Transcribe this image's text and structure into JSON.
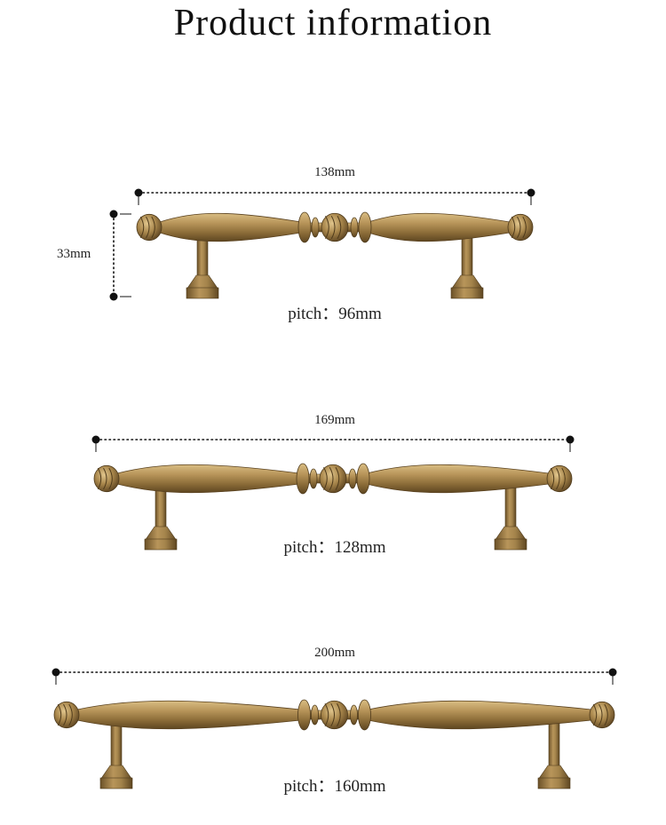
{
  "title": "Product information",
  "products": [
    {
      "width_label": "138mm",
      "height_label": "33mm",
      "pitch_label": "pitch：96mm"
    },
    {
      "width_label": "169mm",
      "pitch_label": "pitch：128mm"
    },
    {
      "width_label": "200mm",
      "pitch_label": "pitch：160mm"
    }
  ],
  "colors": {
    "brass_light": "#c4a56a",
    "brass_mid": "#9c7d45",
    "brass_dark": "#6b5128",
    "dimension_line": "#111111"
  },
  "icons": [
    "brass-handle-icon"
  ]
}
